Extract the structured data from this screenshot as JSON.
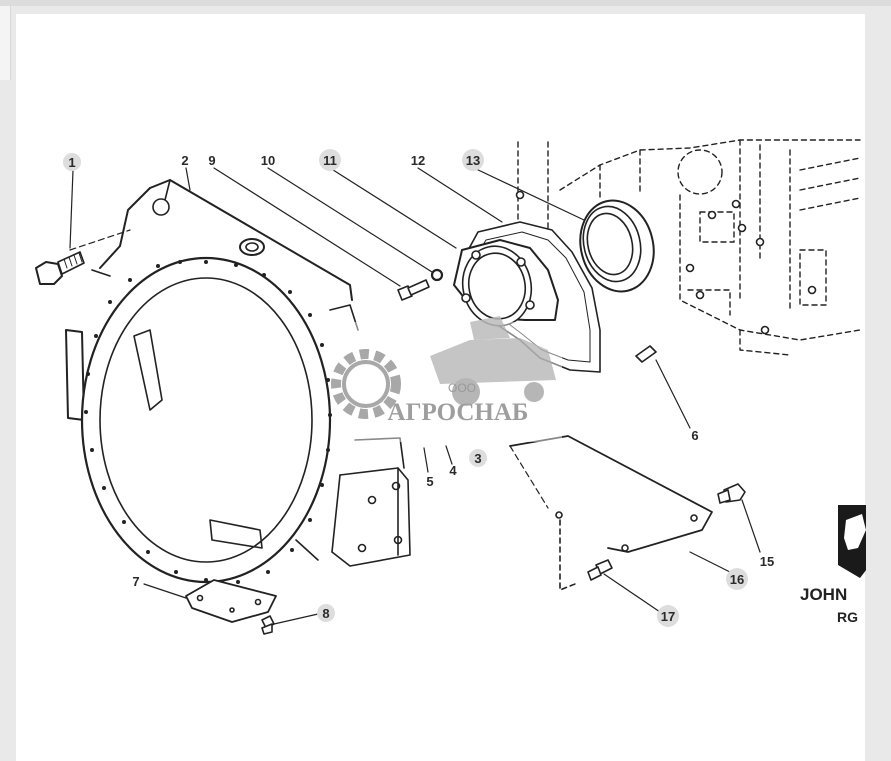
{
  "watermark": {
    "prefix": "ООО",
    "name": "АГРОСНАБ"
  },
  "brand": {
    "line1": "JOHN",
    "line2": "RG"
  },
  "callouts": [
    "1",
    "2",
    "9",
    "10",
    "11",
    "12",
    "13",
    "6",
    "5",
    "4",
    "3",
    "7",
    "8",
    "15",
    "16",
    "17"
  ],
  "colors": {
    "line": "#222222",
    "callout_bg": "#dddddd",
    "watermark": "#9a9a9a"
  }
}
